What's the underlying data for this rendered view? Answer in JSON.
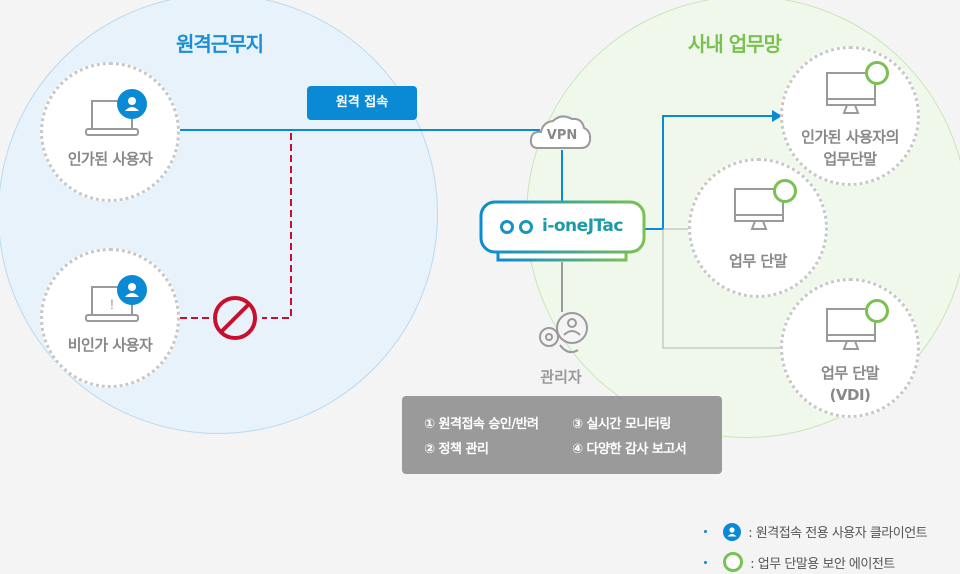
{
  "zones": {
    "remote": {
      "title": "원격근무지",
      "color": "#1a8fd6"
    },
    "internal": {
      "title": "사내 업무망",
      "color": "#7ac152"
    }
  },
  "remote_nodes": [
    {
      "label": "인가된 사용자",
      "icon": "laptop-icon",
      "badge": "user-client-badge"
    },
    {
      "label": "비인가 사용자",
      "icon": "laptop-warning-icon",
      "badge": "user-client-badge",
      "blocked": true
    }
  ],
  "remote_access_label": "원격 접속",
  "vpn_label": "VPN",
  "gateway": {
    "name": "i-oneJTac",
    "icon": "twin-ring-logo-icon"
  },
  "admin": {
    "label": "관리자",
    "icon": "gear-admin-icon"
  },
  "admin_functions": [
    "① 원격접속 승인/반려",
    "③ 실시간 모니터링",
    "② 정책 관리",
    "④ 다양한 감사 보고서"
  ],
  "internal_nodes": [
    {
      "label_line1": "인가된 사용자의",
      "label_line2": "업무단말",
      "icon": "monitor-icon",
      "badge": "agent-badge"
    },
    {
      "label_line1": "업무 단말",
      "label_line2": "",
      "icon": "monitor-icon",
      "badge": "agent-badge"
    },
    {
      "label_line1": "업무 단말",
      "label_line2": "(VDI)",
      "icon": "monitor-icon",
      "badge": "agent-badge"
    }
  ],
  "legend": [
    {
      "icon": "user-client-badge",
      "text": ": 원격접속 전용 사용자 클라이언트"
    },
    {
      "icon": "agent-badge",
      "text": ": 업무 단말용 보안 에이전트"
    }
  ],
  "colors": {
    "accent_blue": "#0a8ad4",
    "accent_green": "#7ac152",
    "blocked_red": "#c8102e",
    "neutral_gray": "#9a9a9a"
  }
}
